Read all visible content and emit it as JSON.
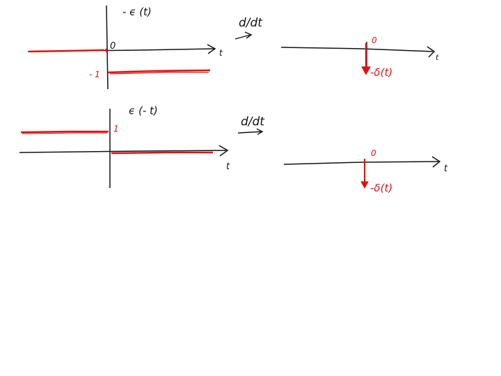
{
  "colors": {
    "ink": "#111111",
    "red": "#e01010",
    "background": "#ffffff"
  },
  "top_row": {
    "step_label": "- ϵ (t)",
    "origin_label": "0",
    "axis_label": "t",
    "level_label": "- 1",
    "operator": "d/dt",
    "result_origin_label": "0",
    "result_axis_label": "t",
    "impulse_label": "-δ(t)"
  },
  "bottom_row": {
    "step_label": "ϵ (- t)",
    "level_label": "1",
    "axis_label": "t",
    "operator": "d/dt",
    "result_origin_label": "0",
    "result_axis_label": "t",
    "impulse_label": "-δ(t)"
  }
}
